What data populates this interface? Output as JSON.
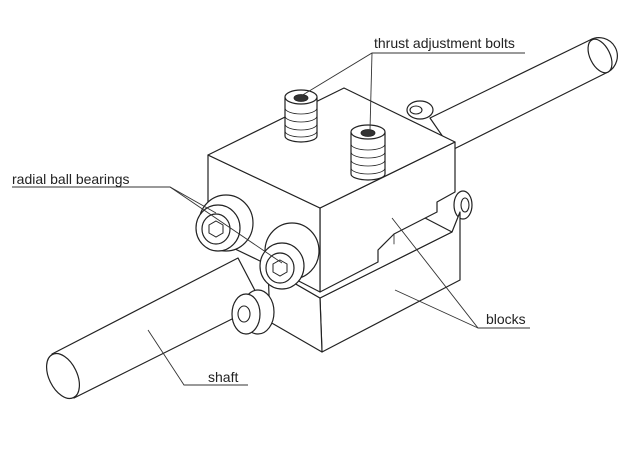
{
  "labels": {
    "thrust": "thrust adjustment bolts",
    "radial": "radial ball bearings",
    "blocks": "blocks",
    "shaft": "shaft"
  },
  "colors": {
    "line": "#222222",
    "background": "#ffffff"
  }
}
